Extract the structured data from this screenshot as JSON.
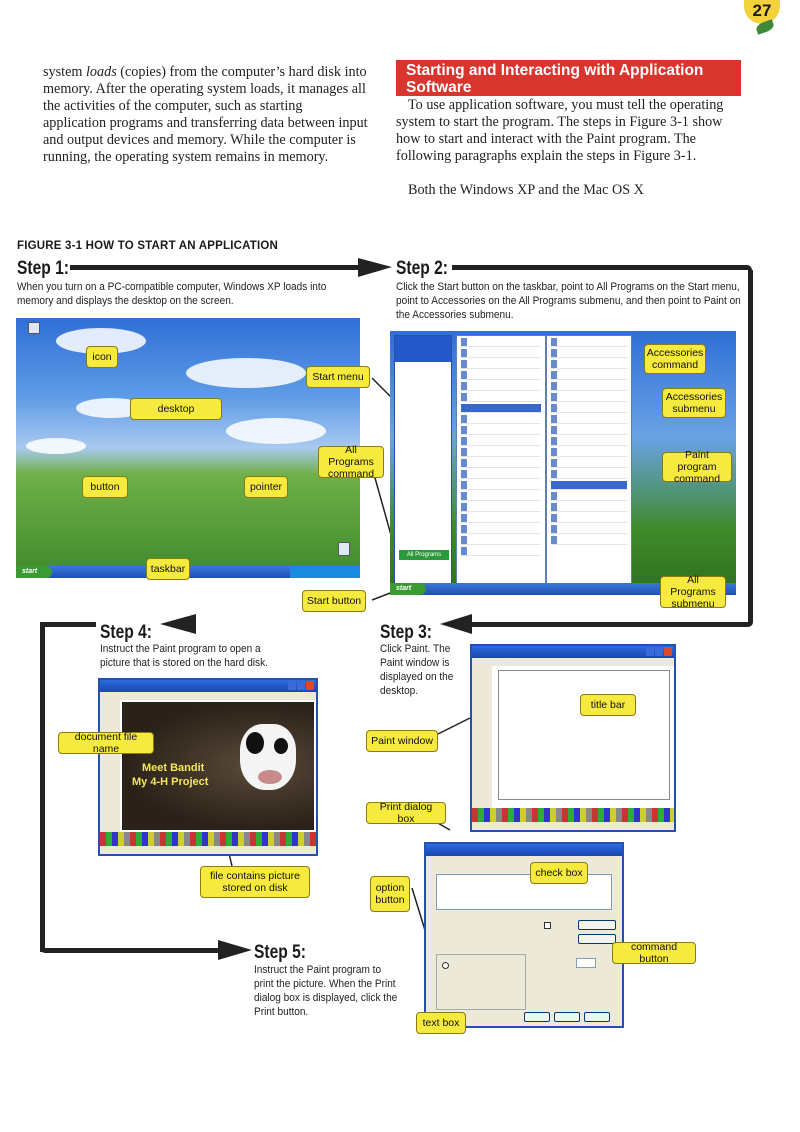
{
  "page": {
    "number": "27"
  },
  "left_column": {
    "before": "system ",
    "em": "loads",
    "after": " (copies) from the computer’s hard disk into memory. After the operating system loads, it manages all the activities of the computer, such as starting application programs and transferring data between input and output devices and memory. While the computer is running, the operating system remains in memory."
  },
  "right_column": {
    "heading": "Starting and Interacting with Application Software",
    "para1": "To use application software, you must tell the operating system to start the program. The steps in Figure 3-1 show how to start and interact with the Paint program. The following paragraphs explain the steps in Figure 3-1.",
    "para2": "Both the Windows XP and the Mac OS X"
  },
  "figure": {
    "caption": "FIGURE 3-1   HOW TO START AN APPLICATION",
    "steps": [
      {
        "title": "Step 1:",
        "text": "When you turn on a PC-compatible computer, Windows XP loads into memory and displays the desktop on the screen."
      },
      {
        "title": "Step 2:",
        "text": "Click the Start button on the taskbar, point to All Programs on the Start menu, point to Accessories on the All Programs submenu, and then point to Paint on the Accessories submenu."
      },
      {
        "title": "Step 3:",
        "text": "Click Paint. The Paint window is displayed on the desktop."
      },
      {
        "title": "Step 4:",
        "text": "Instruct the Paint program to open a picture that is stored on the hard disk."
      },
      {
        "title": "Step 5:",
        "text": "Instruct the Paint program to print the picture. When the Print dialog box is displayed, click the Print button."
      }
    ],
    "callouts": {
      "icon": "icon",
      "desktop": "desktop",
      "button": "button",
      "pointer": "pointer",
      "taskbar": "taskbar",
      "start_menu": "Start menu",
      "all_programs_command": "All Programs command",
      "start_button": "Start button",
      "accessories_command": "Accessories command",
      "accessories_submenu": "Accessories submenu",
      "paint_program_command": "Paint program command",
      "all_programs_submenu": "All Programs submenu",
      "document_file_name": "document file name",
      "file_contains_picture": "file contains picture stored on disk",
      "title_bar": "title bar",
      "paint_window": "Paint window",
      "print_dialog_box": "Print dialog box",
      "option_button": "option button",
      "check_box": "check box",
      "command_button": "command button",
      "text_box": "text box"
    },
    "picture_text": {
      "line1": "Meet Bandit",
      "line2": "My 4-H Project"
    }
  },
  "colors": {
    "heading_bg": "#d9352f",
    "callout_bg": "#f7ea3e",
    "page_badge": "#f4d23a"
  }
}
